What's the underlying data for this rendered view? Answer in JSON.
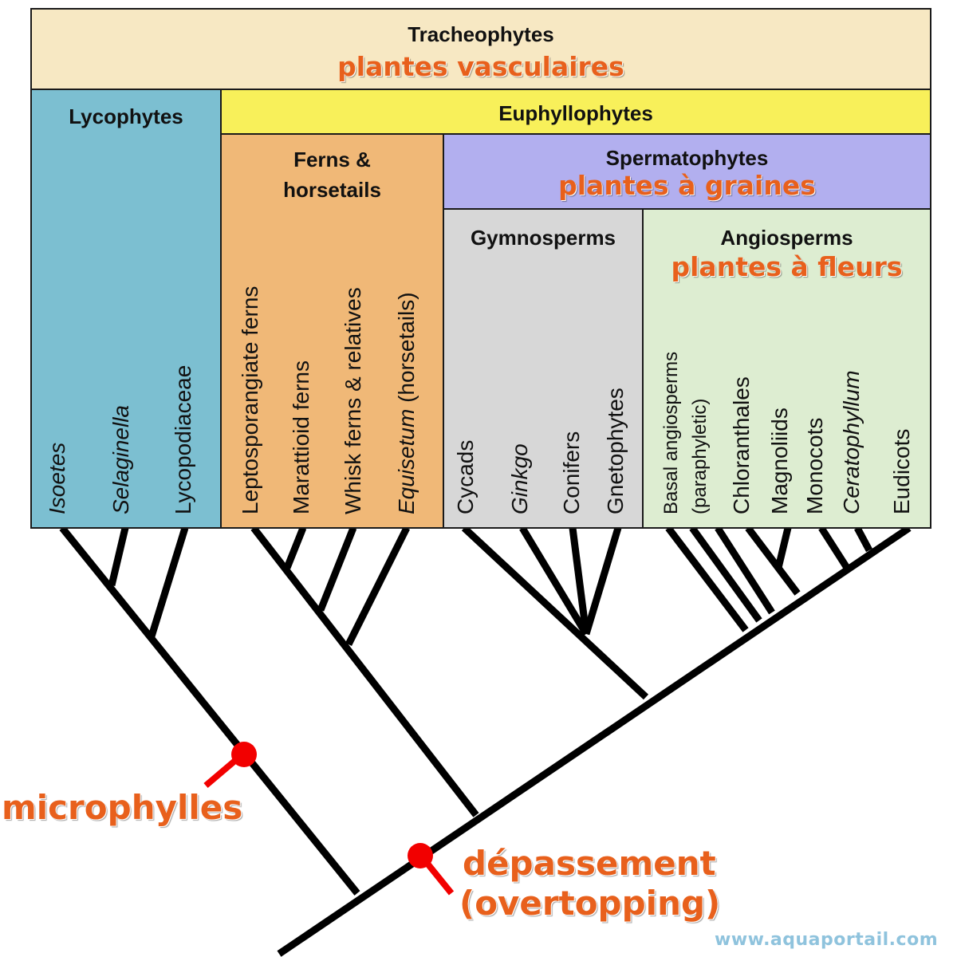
{
  "colors": {
    "tracheophytes_bg": "#f7e8c3",
    "lycophytes_bg": "#7cbfd1",
    "euphyllophytes_bg": "#f8f05a",
    "ferns_bg": "#f0b877",
    "spermatophytes_bg": "#b2afef",
    "gymnosperms_bg": "#d7d7d7",
    "angiosperms_bg": "#ddedd1",
    "french_label": "#e8601c",
    "marker": "#f20000",
    "branch": "#000000"
  },
  "tracheophytes": {
    "title": "Tracheophytes",
    "fr": "plantes vasculaires"
  },
  "lycophytes": {
    "title": "Lycophytes",
    "taxa": [
      "Isoetes",
      "Selaginella",
      "Lycopodiaceae"
    ]
  },
  "euphyllophytes": {
    "title": "Euphyllophytes"
  },
  "ferns": {
    "title_l1": "Ferns &",
    "title_l2": "horsetails",
    "taxa": [
      "Leptosporangiate ferns",
      "Marattioid ferns",
      "Whisk ferns & relatives"
    ],
    "equisetum": {
      "italic": "Equisetum",
      "rest": " (horsetails)"
    }
  },
  "spermatophytes": {
    "title": "Spermatophytes",
    "fr": "plantes à graines"
  },
  "gymnosperms": {
    "title": "Gymnosperms",
    "taxa": [
      "Cycads",
      "Ginkgo",
      "Conifers",
      "Gnetophytes"
    ]
  },
  "angiosperms": {
    "title": "Angiosperms",
    "fr": "plantes à fleurs",
    "basal_l1": "Basal angiosperms",
    "basal_l2": "(paraphyletic)",
    "taxa": [
      "Chloranthales",
      "Magnoliids",
      "Monocots",
      "Ceratophyllum",
      "Eudicots"
    ]
  },
  "annotations": {
    "microphylles": "microphylles",
    "depassement_l1": "dépassement",
    "depassement_l2": "(overtopping)"
  },
  "watermark": "www.aquaportail.com"
}
